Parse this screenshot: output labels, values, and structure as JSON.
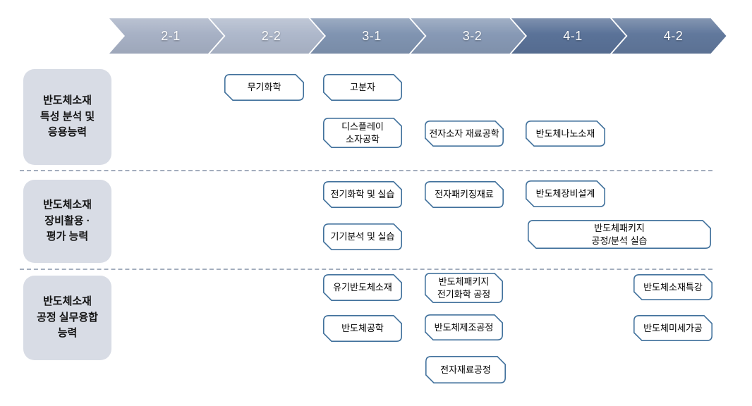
{
  "header": {
    "semesters": [
      {
        "label": "2-1",
        "color": "#a7b1c5"
      },
      {
        "label": "2-2",
        "color": "#aeb8cb"
      },
      {
        "label": "3-1",
        "color": "#8094b1"
      },
      {
        "label": "3-2",
        "color": "#8799b5"
      },
      {
        "label": "4-1",
        "color": "#5a7298"
      },
      {
        "label": "4-2",
        "color": "#61789c"
      }
    ]
  },
  "competencies": [
    {
      "label": "반도체소재\n특성 분석 및\n응용능력"
    },
    {
      "label": "반도체소재\n장비활용 ·\n평가 능력"
    },
    {
      "label": "반도체소재\n공정 실무융합\n능력"
    }
  ],
  "courses": [
    {
      "label": "무기화학",
      "semester": "2-2",
      "competency": "반도체소재 특성 분석 및 응용능력"
    },
    {
      "label": "고분자",
      "semester": "3-1",
      "competency": "반도체소재 특성 분석 및 응용능력"
    },
    {
      "label": "디스플레이\n소자공학",
      "semester": "3-1",
      "competency": "반도체소재 특성 분석 및 응용능력"
    },
    {
      "label": "전자소자 재료공학",
      "semester": "3-2",
      "competency": "반도체소재 특성 분석 및 응용능력"
    },
    {
      "label": "반도체나노소재",
      "semester": "4-1",
      "competency": "반도체소재 특성 분석 및 응용능력"
    },
    {
      "label": "전기화학 및 실습",
      "semester": "3-1",
      "competency": "반도체소재 장비활용 · 평가 능력"
    },
    {
      "label": "전자패키징재료",
      "semester": "3-2",
      "competency": "반도체소재 장비활용 · 평가 능력"
    },
    {
      "label": "반도체장비설계",
      "semester": "4-1",
      "competency": "반도체소재 장비활용 · 평가 능력"
    },
    {
      "label": "기기분석 및 실습",
      "semester": "3-1",
      "competency": "반도체소재 장비활용 · 평가 능력"
    },
    {
      "label": "반도체패키지\n공정/분석 실습",
      "semester": "4-1~4-2",
      "competency": "반도체소재 장비활용 · 평가 능력"
    },
    {
      "label": "유기반도체소재",
      "semester": "3-1",
      "competency": "반도체소재 공정 실무융합 능력"
    },
    {
      "label": "반도체패키지\n전기화학 공정",
      "semester": "3-2",
      "competency": "반도체소재 공정 실무융합 능력"
    },
    {
      "label": "반도체소재특강",
      "semester": "4-2",
      "competency": "반도체소재 공정 실무융합 능력"
    },
    {
      "label": "반도체공학",
      "semester": "3-1",
      "competency": "반도체소재 공정 실무융합 능력"
    },
    {
      "label": "반도체제조공정",
      "semester": "3-2",
      "competency": "반도체소재 공정 실무융합 능력"
    },
    {
      "label": "반도체미세가공",
      "semester": "4-2",
      "competency": "반도체소재 공정 실무융합 능력"
    },
    {
      "label": "전자재료공정",
      "semester": "3-2",
      "competency": "반도체소재 공정 실무융합 능력"
    }
  ],
  "colors": {
    "course_box_border": "#41719c",
    "course_box_fill": "#ffffff",
    "competency_fill": "#d8dce5",
    "divider": "#a3adbd"
  }
}
